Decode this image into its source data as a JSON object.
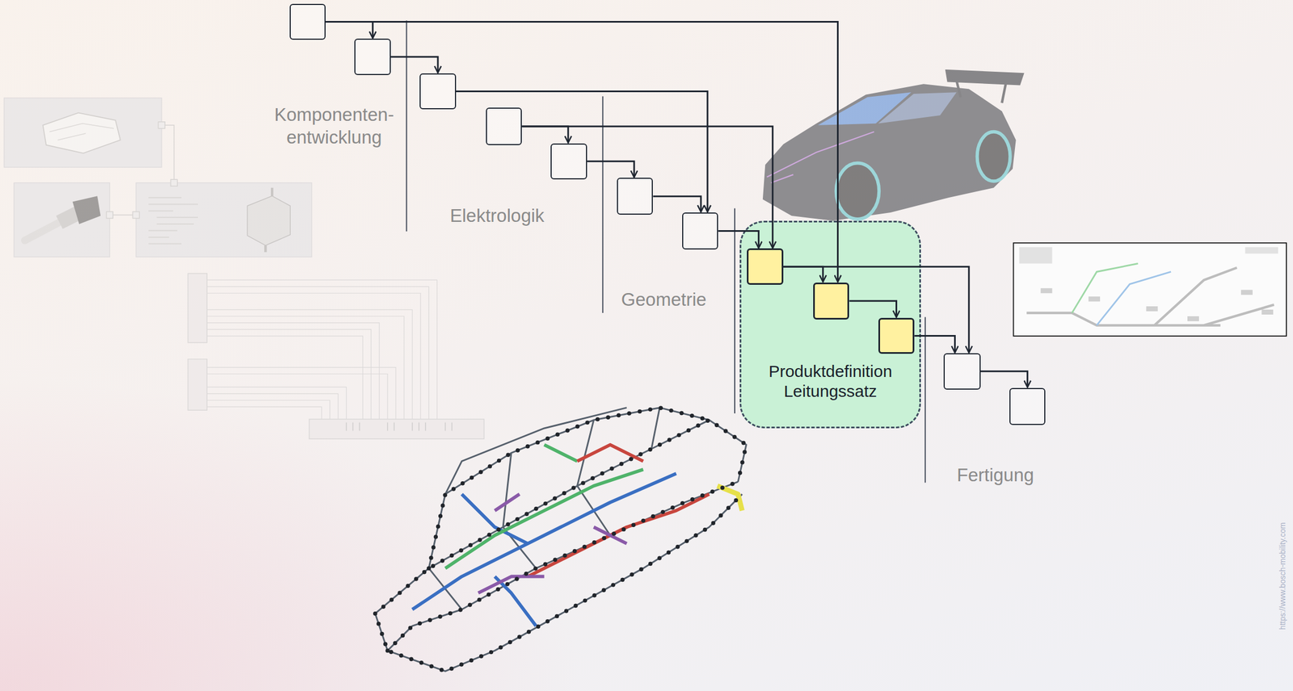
{
  "diagram": {
    "nodes": [
      {
        "text": []
      },
      {
        "text": []
      },
      {
        "text": []
      },
      {
        "text": []
      },
      {
        "text": []
      },
      {
        "text": []
      },
      {
        "text": []
      },
      {
        "text": [
          "Produktdefinition Leitungssatz"
        ]
      },
      {
        "text": [],
        "in": 7
      },
      {
        "text": [],
        "in": 7
      },
      {
        "text": [],
        "in": 7
      },
      {
        "text": []
      },
      {
        "text": []
      }
    ],
    "edges": [
      {
        "from": 0,
        "to": 1,
        "arrow": "to"
      },
      {
        "from": 0,
        "to": 9,
        "arrow": "to"
      },
      {
        "from": 1,
        "to": 2,
        "arrow": "to"
      },
      {
        "from": 2,
        "to": 6,
        "arrow": "to"
      },
      {
        "from": 3,
        "to": 4,
        "arrow": "to"
      },
      {
        "from": 3,
        "to": 8,
        "arrow": "to"
      },
      {
        "from": 4,
        "to": 5,
        "arrow": "to"
      },
      {
        "from": 5,
        "to": 6,
        "arrow": "to"
      },
      {
        "from": 6,
        "to": 8,
        "arrow": "to"
      },
      {
        "from": 8,
        "to": 9,
        "arrow": "to"
      },
      {
        "from": 8,
        "to": 11,
        "arrow": "to"
      },
      {
        "from": 9,
        "to": 10,
        "arrow": "to"
      },
      {
        "from": 10,
        "to": 11,
        "arrow": "to"
      },
      {
        "from": 11,
        "to": 12,
        "arrow": "to"
      }
    ],
    "labels": [
      "Komponenten- entwicklung",
      "Elektrologik",
      "Geometrie",
      "Fertigung",
      "https://www.bosch-mobility.com"
    ]
  }
}
